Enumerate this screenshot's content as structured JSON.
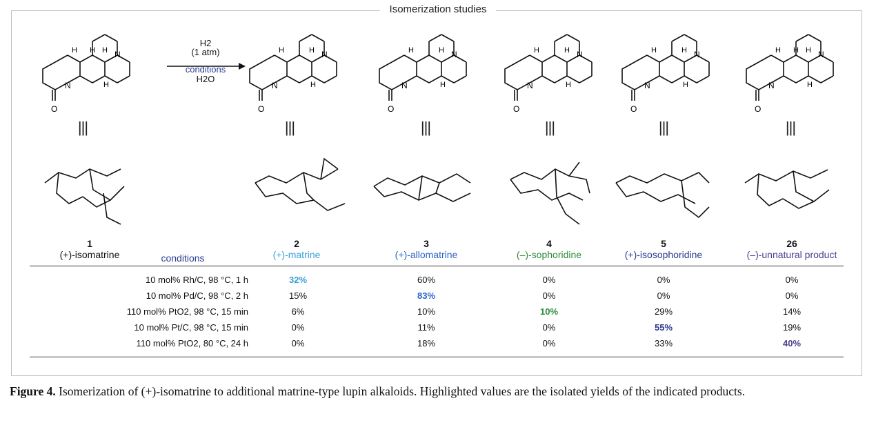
{
  "figure": {
    "box_title": "Isomerization studies",
    "reaction": {
      "reagent_line1": "H2",
      "reagent_line2": "(1 atm)",
      "conditions_label": "conditions",
      "solvent": "H2O"
    },
    "equivalence_symbol": "|||",
    "compounds": [
      {
        "number": "1",
        "name": "(+)-isomatrine",
        "color": "#111111"
      },
      {
        "number": "2",
        "name": "(+)-matrine",
        "color": "#3aa0d8"
      },
      {
        "number": "3",
        "name": "(+)-allomatrine",
        "color": "#2b63c6"
      },
      {
        "number": "4",
        "name": "(–)-sophoridine",
        "color": "#2e8b3a"
      },
      {
        "number": "5",
        "name": "(+)-isosophoridine",
        "color": "#2b3b8f"
      },
      {
        "number": "26",
        "name": "(–)-unnatural product",
        "color": "#4a3f8f"
      }
    ],
    "table": {
      "conditions_header": "conditions",
      "rows": [
        {
          "conditions": "10 mol% Rh/C, 98 °C, 1 h",
          "values": [
            "32%",
            "60%",
            "0%",
            "0%",
            "0%"
          ],
          "highlight_index": 0
        },
        {
          "conditions": "10 mol% Pd/C, 98 °C, 2 h",
          "values": [
            "15%",
            "83%",
            "0%",
            "0%",
            "0%"
          ],
          "highlight_index": 1
        },
        {
          "conditions": "110 mol% PtO2, 98 °C, 15 min",
          "values": [
            "6%",
            "10%",
            "10%",
            "29%",
            "14%"
          ],
          "highlight_index": 2
        },
        {
          "conditions": "10 mol% Pt/C, 98 °C, 15 min",
          "values": [
            "0%",
            "11%",
            "0%",
            "55%",
            "19%"
          ],
          "highlight_index": 3
        },
        {
          "conditions": "110 mol% PtO2, 80 °C, 24 h",
          "values": [
            "0%",
            "18%",
            "0%",
            "33%",
            "40%"
          ],
          "highlight_index": 4
        }
      ]
    },
    "caption_label": "Figure 4.",
    "caption_text": "Isomerization of (+)-isomatrine to additional matrine-type lupin alkaloids. Highlighted values are the isolated yields of the indicated products."
  },
  "colors": {
    "frame": "#bdbdbd",
    "rule": "#c7c7c7",
    "conditions_label": "#2b3b8f"
  }
}
